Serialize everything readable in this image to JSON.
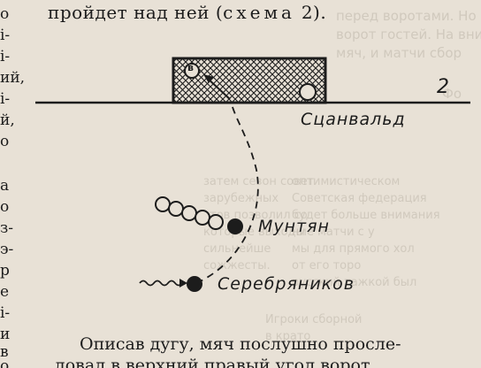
{
  "heading": {
    "prefix": "пройдет над ней (",
    "scheme_word": "схема",
    "scheme_number": "2).",
    "full": "пройдет над ней (схема 2)."
  },
  "left_column_letters": [
    "о",
    "і-",
    "і-",
    "ий,",
    "і-",
    "й,",
    "о",
    "а",
    "о",
    "з-",
    "э-",
    "р",
    "е",
    "і-",
    "и",
    "в",
    "о"
  ],
  "diagram": {
    "scheme_label": "2",
    "players": {
      "goalkeeper": "Сцанвальд",
      "midfielder": "Мунтян",
      "forward": "Серебряников"
    },
    "ball_marker": "в"
  },
  "bottom": {
    "line1": "Описав дугу, мяч послушно просле-",
    "line2": "довал в верхний правый угол ворот."
  },
  "bleed_through": [
    "перед воротами. Но мяч",
    "ворот гостей. На внимании",
    "мяч, и матчи сбор",
    "Фо",
    "оптимистическом",
    "затем сезон совет",
    "Советская федерация",
    "будет больше внимания",
    "ние матчи с у",
    "мы для прямого хол",
    "от его торо",
    "русский тажкой был",
    "зарубежных",
    "стов позволил со",
    "которые выходы",
    "сильнейше",
    "сожжесты.",
    "Игроки сборной",
    "в крато"
  ]
}
